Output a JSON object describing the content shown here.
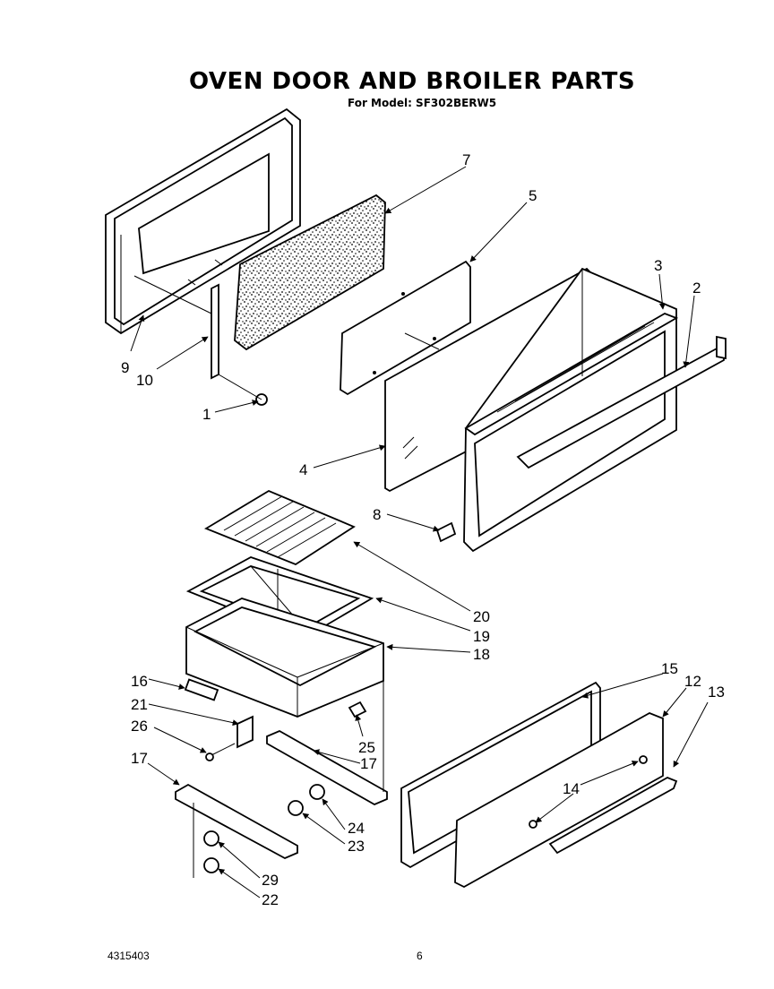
{
  "header": {
    "title": "OVEN DOOR AND BROILER PARTS",
    "subtitle": "For Model: SF302BERW5"
  },
  "footer": {
    "doc_number": "4315403",
    "page_number": "6"
  },
  "callouts": [
    {
      "id": "c1",
      "text": "1"
    },
    {
      "id": "c2",
      "text": "2"
    },
    {
      "id": "c3",
      "text": "3"
    },
    {
      "id": "c4",
      "text": "4"
    },
    {
      "id": "c5",
      "text": "5"
    },
    {
      "id": "c7",
      "text": "7"
    },
    {
      "id": "c8",
      "text": "8"
    },
    {
      "id": "c9",
      "text": "9"
    },
    {
      "id": "c10",
      "text": "10"
    },
    {
      "id": "c12",
      "text": "12"
    },
    {
      "id": "c13",
      "text": "13"
    },
    {
      "id": "c14",
      "text": "14"
    },
    {
      "id": "c15",
      "text": "15"
    },
    {
      "id": "c16",
      "text": "16"
    },
    {
      "id": "c17a",
      "text": "17"
    },
    {
      "id": "c17b",
      "text": "17"
    },
    {
      "id": "c18",
      "text": "18"
    },
    {
      "id": "c19",
      "text": "19"
    },
    {
      "id": "c20",
      "text": "20"
    },
    {
      "id": "c21",
      "text": "21"
    },
    {
      "id": "c22",
      "text": "22"
    },
    {
      "id": "c23",
      "text": "23"
    },
    {
      "id": "c24",
      "text": "24"
    },
    {
      "id": "c25",
      "text": "25"
    },
    {
      "id": "c26",
      "text": "26"
    },
    {
      "id": "c29",
      "text": "29"
    }
  ]
}
